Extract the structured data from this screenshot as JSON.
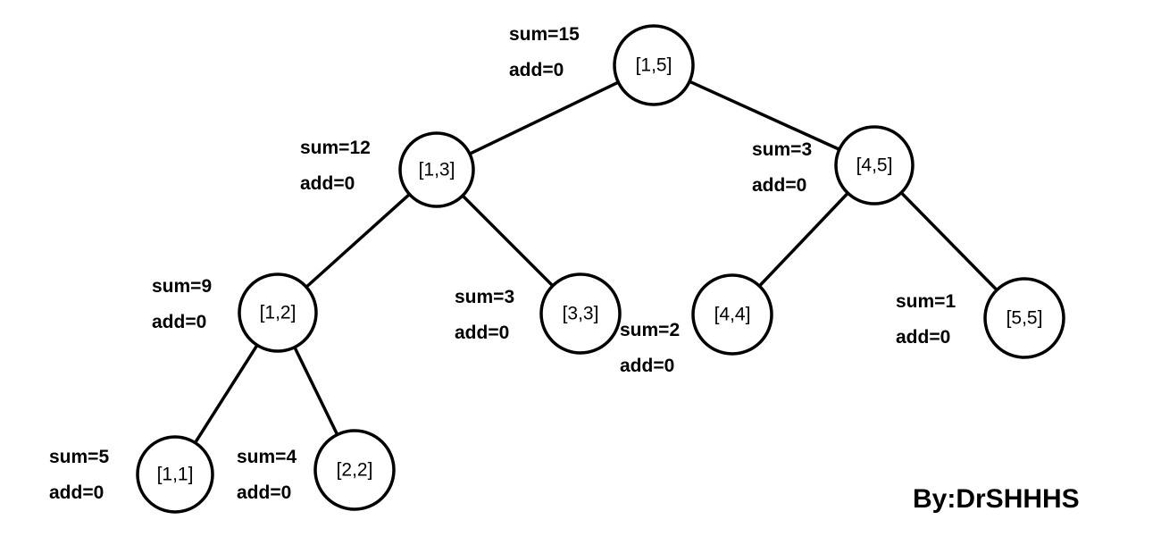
{
  "nodes": [
    {
      "id": "n15",
      "label": "[1,5]",
      "sum": "sum=15",
      "add": "add=0"
    },
    {
      "id": "n13",
      "label": "[1,3]",
      "sum": "sum=12",
      "add": "add=0"
    },
    {
      "id": "n45",
      "label": "[4,5]",
      "sum": "sum=3",
      "add": "add=0"
    },
    {
      "id": "n12",
      "label": "[1,2]",
      "sum": "sum=9",
      "add": "add=0"
    },
    {
      "id": "n33",
      "label": "[3,3]",
      "sum": "sum=3",
      "add": "add=0"
    },
    {
      "id": "n44",
      "label": "[4,4]",
      "sum": "sum=2",
      "add": "add=0"
    },
    {
      "id": "n55",
      "label": "[5,5]",
      "sum": "sum=1",
      "add": "add=0"
    },
    {
      "id": "n11",
      "label": "[1,1]",
      "sum": "sum=5",
      "add": "add=0"
    },
    {
      "id": "n22",
      "label": "[2,2]",
      "sum": "sum=4",
      "add": "add=0"
    }
  ],
  "edges": [
    [
      "n15",
      "n13"
    ],
    [
      "n15",
      "n45"
    ],
    [
      "n13",
      "n12"
    ],
    [
      "n13",
      "n33"
    ],
    [
      "n45",
      "n44"
    ],
    [
      "n45",
      "n55"
    ],
    [
      "n12",
      "n11"
    ],
    [
      "n12",
      "n22"
    ]
  ],
  "credit": "By:DrSHHHS"
}
